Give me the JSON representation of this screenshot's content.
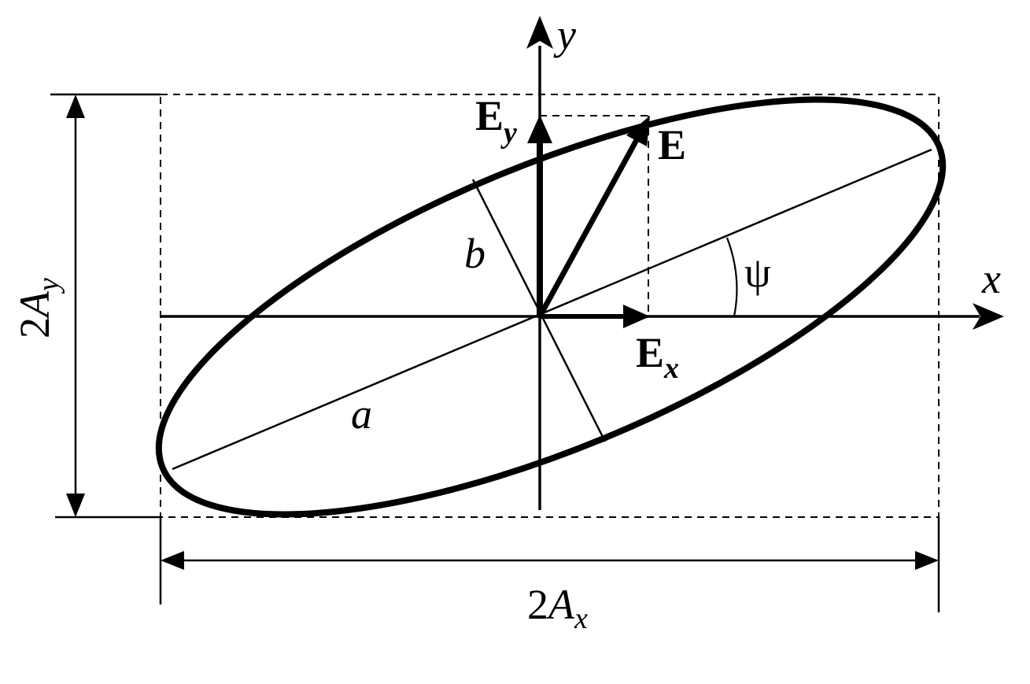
{
  "labels": {
    "y_axis": "y",
    "x_axis": "x",
    "field_vector": "E",
    "field_x": {
      "base": "E",
      "sub": "x"
    },
    "field_y": {
      "base": "E",
      "sub": "y"
    },
    "major_semi_axis": "a",
    "minor_semi_axis": "b",
    "tilt_angle": "ψ",
    "width_dim": {
      "prefix": "2",
      "base": "A",
      "sub": "x"
    },
    "height_dim": {
      "prefix": "2",
      "base": "A",
      "sub": "y"
    }
  },
  "colors": {
    "stroke": "#000000",
    "background": "#ffffff"
  }
}
